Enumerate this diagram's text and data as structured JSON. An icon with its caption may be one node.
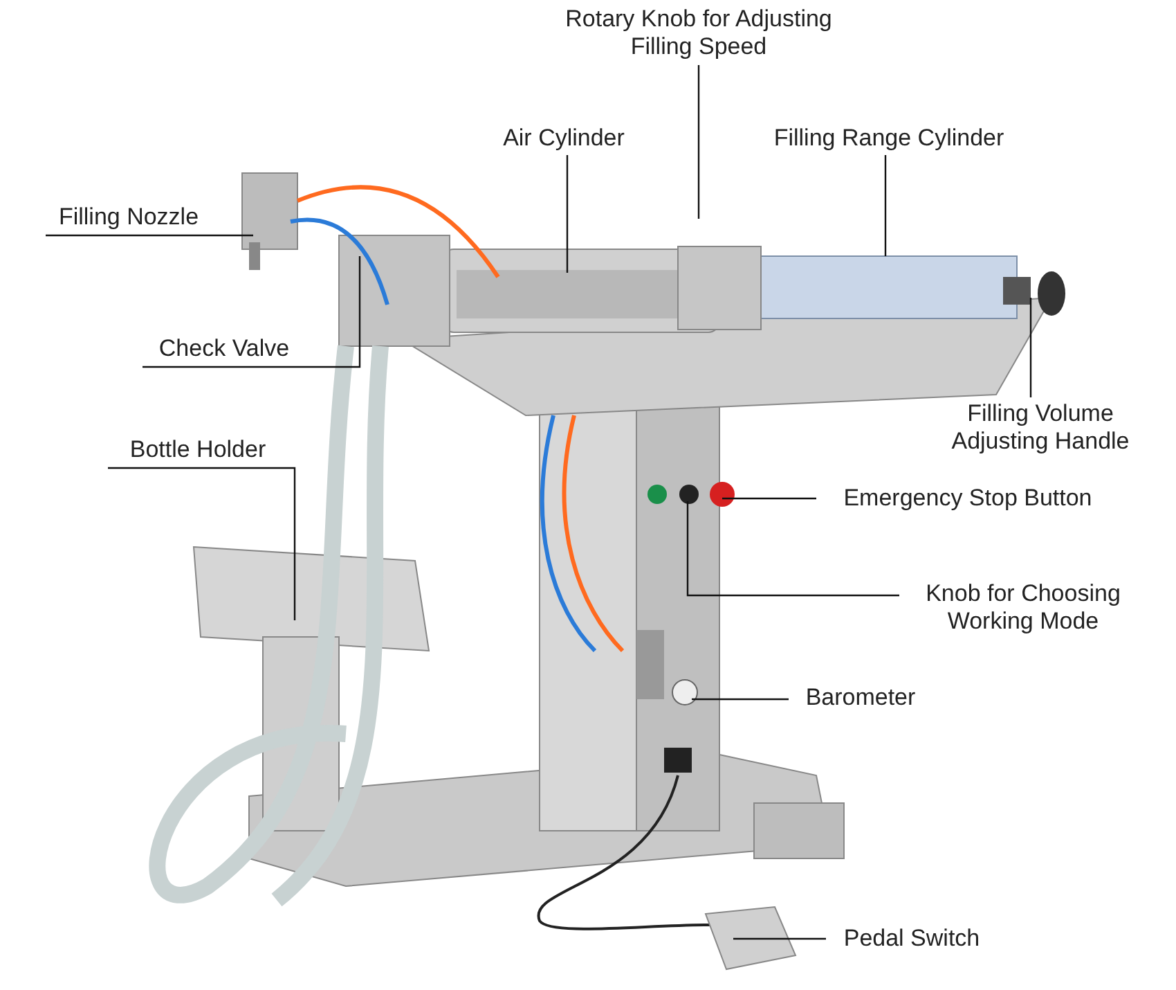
{
  "diagram": {
    "nodes": [
      {
        "text": [
          "Rotary Knob for Adjusting Filling Speed"
        ]
      },
      {
        "text": [
          "Air Cylinder"
        ]
      },
      {
        "text": [
          "Filling Range Cylinder"
        ]
      },
      {
        "text": [
          "Filling Nozzle"
        ]
      },
      {
        "text": [
          "Check Valve"
        ]
      },
      {
        "text": [
          "Filling Volume Adjusting Handle"
        ]
      },
      {
        "text": [
          "Bottle Holder"
        ]
      },
      {
        "text": [
          "Emergency Stop Button"
        ]
      },
      {
        "text": [
          "Knob for Choosing Working Mode"
        ]
      },
      {
        "text": [
          "Barometer"
        ]
      },
      {
        "text": [
          "Pedal Switch"
        ]
      }
    ],
    "edges": [
      {
        "from": 0,
        "to": null,
        "arrow": "none"
      },
      {
        "from": 1,
        "to": null,
        "arrow": "none"
      },
      {
        "from": 2,
        "to": null,
        "arrow": "none"
      },
      {
        "from": 3,
        "to": null,
        "arrow": "none"
      },
      {
        "from": 4,
        "to": null,
        "arrow": "none"
      },
      {
        "from": 5,
        "to": null,
        "arrow": "none"
      },
      {
        "from": 6,
        "to": null,
        "arrow": "none"
      },
      {
        "from": 7,
        "to": null,
        "arrow": "none"
      },
      {
        "from": 8,
        "to": null,
        "arrow": "none"
      },
      {
        "from": 9,
        "to": null,
        "arrow": "none"
      },
      {
        "from": 10,
        "to": null,
        "arrow": "none"
      }
    ]
  }
}
